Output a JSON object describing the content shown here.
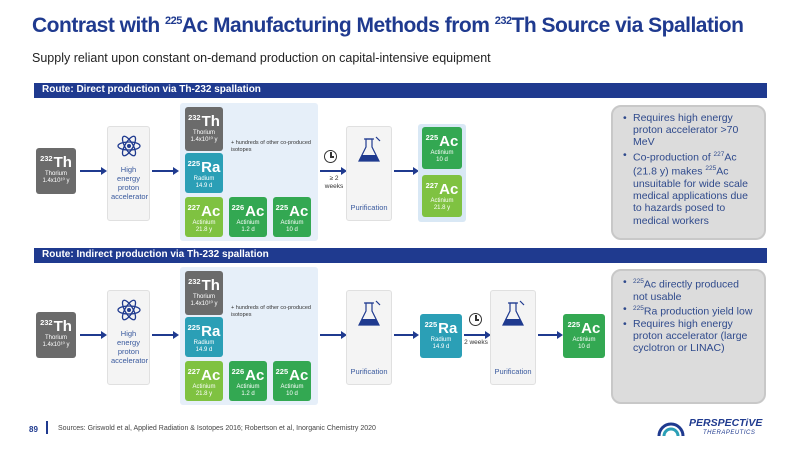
{
  "title": {
    "pre": "Contrast with ",
    "iso1": "225",
    "mid1": "Ac Manufacturing Methods from ",
    "iso2": "232",
    "post": "Th Source via Spallation"
  },
  "subtitle": "Supply reliant upon constant on-demand production on capital-intensive equipment",
  "direct": {
    "route": "Route: Direct production via Th-232 spallation",
    "source": {
      "iso": "232",
      "sym": "Th",
      "name": "Thorium",
      "hl": "1.4x10¹⁰ y"
    },
    "accelerator": "High energy proton accelerator",
    "products": [
      {
        "iso": "232",
        "sym": "Th",
        "name": "Thorium",
        "hl": "1.4x10¹⁰ y"
      },
      {
        "iso": "225",
        "sym": "Ra",
        "name": "Radium",
        "hl": "14.9 d"
      },
      {
        "iso": "227",
        "sym": "Ac",
        "name": "Actinium",
        "hl": "21.8 y"
      },
      {
        "iso": "226",
        "sym": "Ac",
        "name": "Actinium",
        "hl": "1.2 d"
      },
      {
        "iso": "225",
        "sym": "Ac",
        "name": "Actinium",
        "hl": "10 d"
      }
    ],
    "other": "+ hundreds of other co-produced isotopes",
    "wait": "≥ 2 weeks",
    "purification": "Purification",
    "outputs": [
      {
        "iso": "225",
        "sym": "Ac",
        "name": "Actinium",
        "hl": "10 d"
      },
      {
        "iso": "227",
        "sym": "Ac",
        "name": "Actinium",
        "hl": "21.8 y"
      }
    ],
    "info": {
      "b1": "Requires high energy proton accelerator >70 MeV",
      "b2a": "Co-production of ",
      "b2iso1": "227",
      "b2b": "Ac (21.8 y) makes ",
      "b2iso2": "225",
      "b2c": "Ac unsuitable for wide scale medical applications due to hazards posed to medical workers"
    }
  },
  "indirect": {
    "route": "Route: Indirect production via Th-232 spallation",
    "source": {
      "iso": "232",
      "sym": "Th",
      "name": "Thorium",
      "hl": "1.4x10¹⁰ y"
    },
    "accelerator": "High energy proton accelerator",
    "products": [
      {
        "iso": "232",
        "sym": "Th",
        "name": "Thorium",
        "hl": "1.4x10¹⁰ y"
      },
      {
        "iso": "225",
        "sym": "Ra",
        "name": "Radium",
        "hl": "14.9 d"
      },
      {
        "iso": "227",
        "sym": "Ac",
        "name": "Actinium",
        "hl": "21.8 y"
      },
      {
        "iso": "226",
        "sym": "Ac",
        "name": "Actinium",
        "hl": "1.2 d"
      },
      {
        "iso": "225",
        "sym": "Ac",
        "name": "Actinium",
        "hl": "10 d"
      }
    ],
    "other": "+ hundreds of other co-produced isotopes",
    "purification1": "Purification",
    "radium": {
      "iso": "225",
      "sym": "Ra",
      "name": "Radium",
      "hl": "14.9 d"
    },
    "wait": "2 weeks",
    "purification2": "Purification",
    "output": {
      "iso": "225",
      "sym": "Ac",
      "name": "Actinium",
      "hl": "10 d"
    },
    "info": {
      "b1iso": "225",
      "b1": "Ac directly produced not usable",
      "b2iso": "225",
      "b2": "Ra production yield low",
      "b3": "Requires high energy proton accelerator (large cyclotron or LINAC)"
    }
  },
  "footer": {
    "page": "89",
    "sources": "Sources: Griswold et al, Applied Radiation & Isotopes 2016; Robertson et al, Inorganic Chemistry 2020",
    "logo": "PERSPECTiVE",
    "logo_sub": "THERAPEUTICS"
  },
  "colors": {
    "brand": "#1f3a8f",
    "thorium": "#6b6b6b",
    "radium": "#2b9fb6",
    "actinium_lt": "#7fc241",
    "actinium": "#33a852"
  }
}
